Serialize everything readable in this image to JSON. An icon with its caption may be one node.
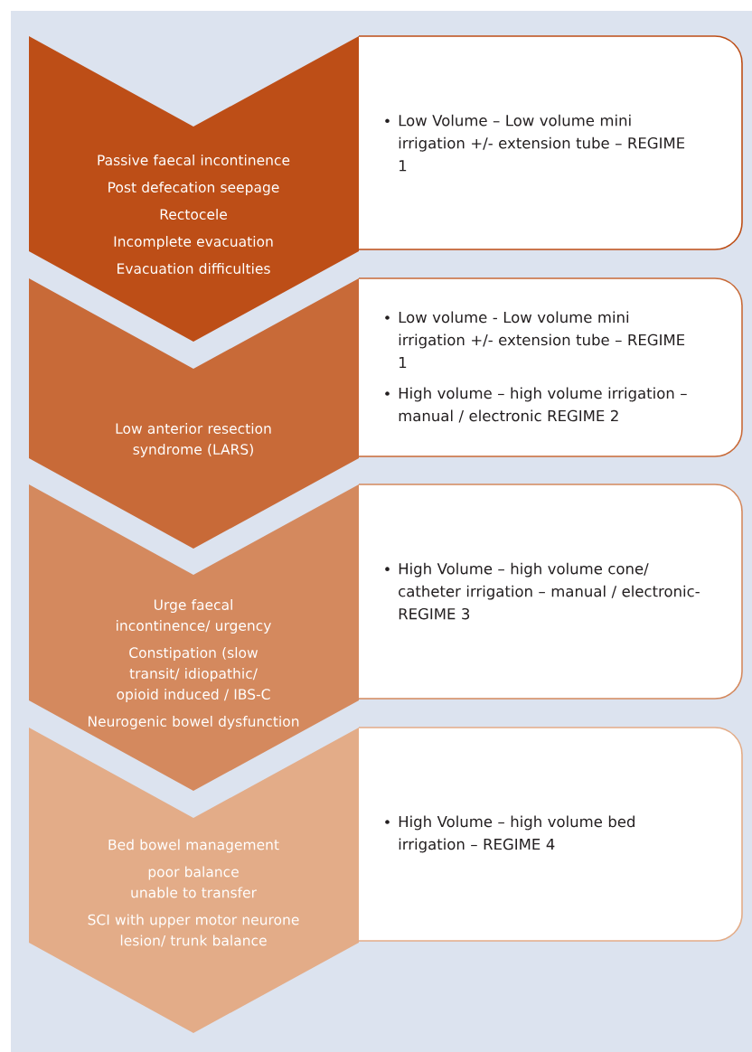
{
  "diagram": {
    "nodes": [
      {
        "text": [
          "Passive faecal incontinence",
          "Post defecation seepage",
          "Rectocele",
          "Incomplete evacuation",
          "Evacuation difficulties"
        ]
      },
      {
        "text": [
          "Low Volume – Low volume mini irrigation +/- extension tube – REGIME 1"
        ]
      },
      {
        "text": [
          "Low anterior resection syndrome (LARS)"
        ]
      },
      {
        "text": [
          "Low volume - Low volume mini irrigation +/- extension tube – REGIME 1",
          "High volume – high volume irrigation – manual / electronic REGIME 2"
        ]
      },
      {
        "text": [
          "Urge faecal incontinence/ urgency",
          "Constipation (slow transit/ idiopathic/ opioid induced / IBS-C",
          "Neurogenic bowel dysfunction"
        ]
      },
      {
        "text": [
          "High Volume – high volume cone/ catheter irrigation – manual / electronic- REGIME 3"
        ]
      },
      {
        "text": [
          "Bed bowel management",
          "poor balance unable to transfer",
          "SCI with upper motor neurone lesion/ trunk balance"
        ]
      },
      {
        "text": [
          "High Volume – high volume bed irrigation – REGIME 4"
        ]
      }
    ]
  }
}
